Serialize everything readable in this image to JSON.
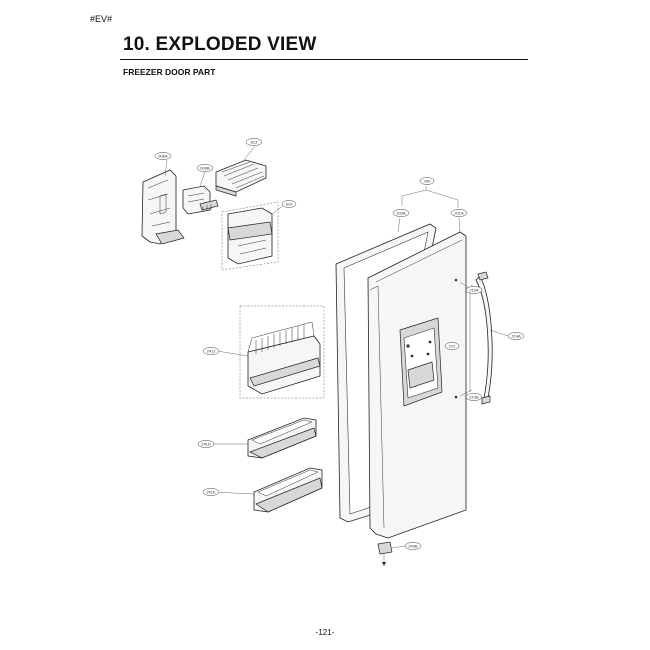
{
  "header": {
    "tag": "#EV#"
  },
  "section": {
    "title": "10. EXPLODED VIEW",
    "subtitle": "FREEZER DOOR PART"
  },
  "callouts": {
    "c606a": "606A",
    "c606b": "606B",
    "c610": "610",
    "c613": "613",
    "c200": "200",
    "c203a": "203A",
    "c201a": "201A",
    "c212": "212",
    "c213a": "213A",
    "c213b": "213B",
    "c214a": "214A",
    "c241j": "241J",
    "c241d": "241D",
    "c241e": "241E",
    "c243b": "243B"
  },
  "footer": {
    "page_number": "-121-"
  }
}
